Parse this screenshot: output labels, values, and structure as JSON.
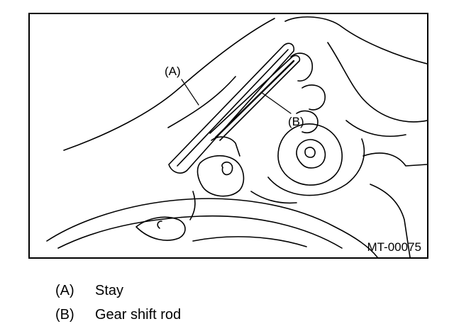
{
  "figure": {
    "callouts": [
      {
        "key": "(A)"
      },
      {
        "key": "(B)"
      }
    ],
    "code": "MT-00075"
  },
  "legend": {
    "items": [
      {
        "key": "(A)",
        "text": "Stay"
      },
      {
        "key": "(B)",
        "text": "Gear shift rod"
      }
    ]
  }
}
